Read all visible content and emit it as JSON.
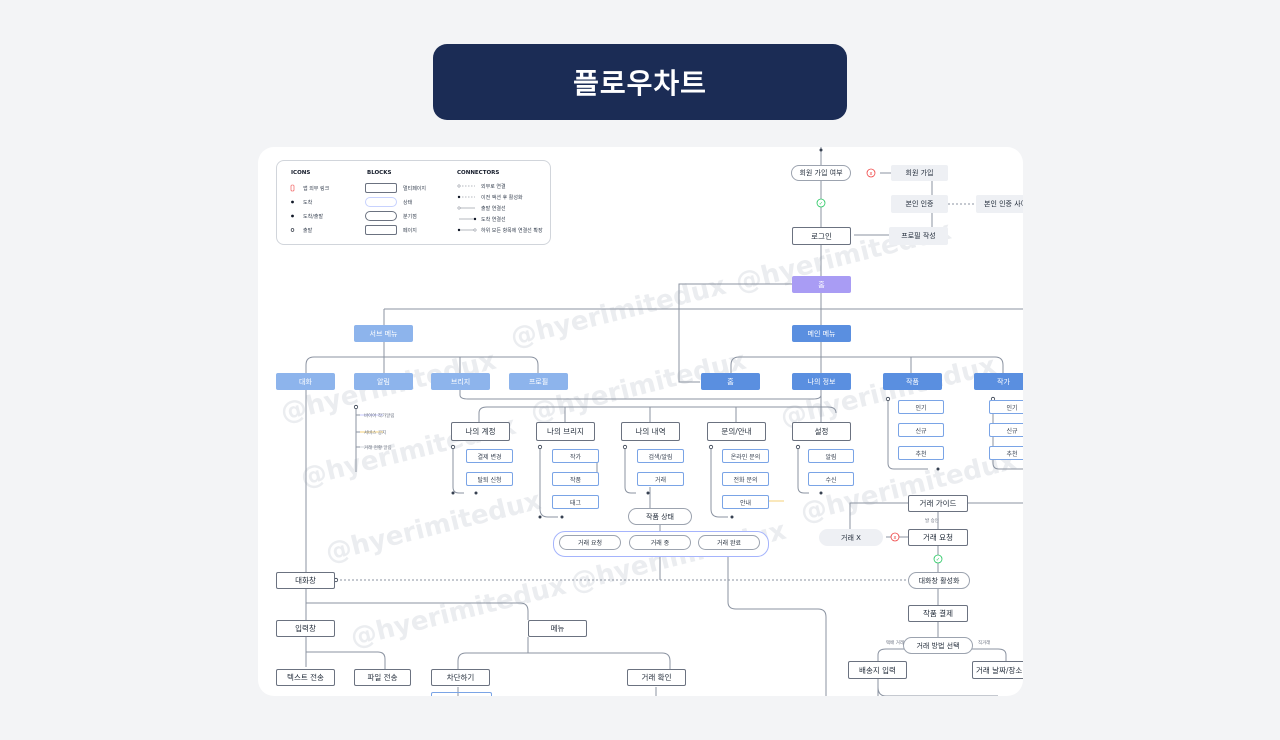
{
  "title": "플로우차트",
  "watermark": "@hyerimitedux",
  "colors": {
    "title_bg": "#1b2c55",
    "main_blue": "#5a8fe0",
    "light_blue": "#8db4ec",
    "purple": "#a99cf4",
    "ext_gray": "#eef0f4"
  },
  "legend": {
    "icons_title": "ICONS",
    "icons": [
      "앱 외부 링크",
      "도착",
      "도착/출발",
      "출발"
    ],
    "blocks_title": "BLOCKS",
    "blocks": [
      "멀티페이지",
      "상태",
      "분기점",
      "페이지"
    ],
    "connectors_title": "CONNECTORS",
    "connectors": [
      "외부로 연결",
      "이전 액션 후 활성화",
      "출발 연결선",
      "도착 연결선",
      "하위 모든 항목에 연결선 확장"
    ]
  },
  "nodes": {
    "signup_check": "회원 가입 여부",
    "signup": "회원 가입",
    "identity": "본인 인증",
    "identity_site": "본인 인증 사이트",
    "profile_write": "프로필 작성",
    "login": "로그인",
    "home": "홈",
    "sub_menu": "서브 메뉴",
    "main_menu": "메인 메뉴",
    "chat": "대화",
    "alarm": "알림",
    "bridge": "브리지",
    "profile": "프로필",
    "home2": "홈",
    "my_info": "나의 정보",
    "work": "작품",
    "artist": "작가",
    "my_account": "나의 계정",
    "my_bridge": "나의 브리지",
    "my_history": "나의 내역",
    "inquiry": "문의/안내",
    "settings": "설정",
    "pay_change": "결제 변경",
    "withdraw": "탈퇴 신청",
    "b_artist": "작가",
    "b_work": "작품",
    "b_tag": "태그",
    "search_alarm": "검색/알림",
    "trade": "거래",
    "online_inquiry": "온라인 문의",
    "phone_inquiry": "전화 문의",
    "guide": "안내",
    "s_alarm": "알림",
    "s_receive": "수신",
    "w_popular": "인기",
    "w_new": "신규",
    "w_recommend": "추천",
    "a_popular": "인기",
    "a_new": "신규",
    "a_recommend": "추천",
    "work_status": "작품 상태",
    "trade_request": "거래 요청",
    "trading": "거래 중",
    "trade_done": "거래 완료",
    "trade_guide": "거래 가이드",
    "trade_x": "거래 X",
    "trade_req2": "거래 요청",
    "chat_activate": "대화창 활성화",
    "work_pay": "작품 결제",
    "trade_method": "거래 방법 선택",
    "delivery_input": "배송지 입력",
    "trade_date_place": "거래 날짜/장소 예약",
    "chatroom": "대화창",
    "input_box": "입력창",
    "menu": "메뉴",
    "text_send": "텍스트 전송",
    "file_send": "파일 전송",
    "block": "차단하기",
    "trade_confirm": "거래 확인"
  },
  "alarm_items": [
    "바이어 작가알림",
    "서비스 공지",
    "거래 현황 알림"
  ],
  "small_labels": {
    "approval": "발 승인",
    "ship_label": "택배 거래",
    "direct_label": "직거래"
  }
}
